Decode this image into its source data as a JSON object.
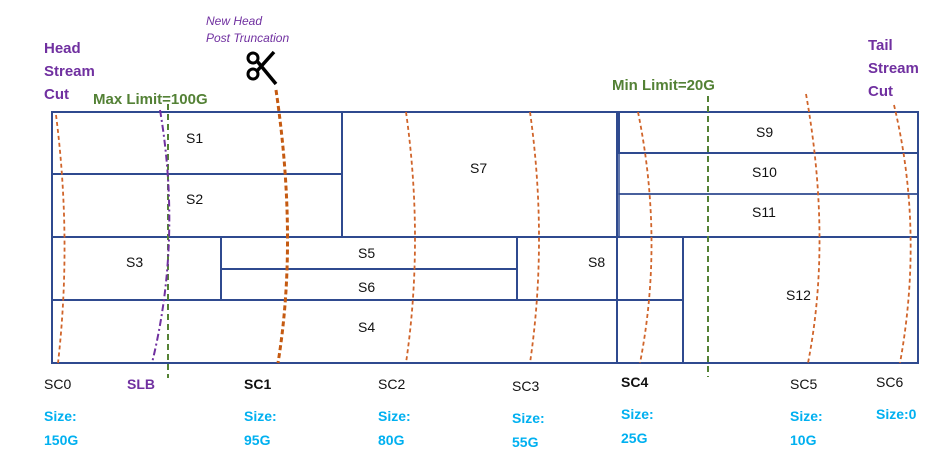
{
  "labels": {
    "head_stream_cut": [
      "Head",
      "Stream",
      "Cut"
    ],
    "tail_stream_cut": [
      "Tail",
      "Stream",
      "Cut"
    ],
    "new_head": [
      "New Head",
      "Post Truncation"
    ],
    "max_limit": "Max Limit=100G",
    "min_limit": "Min Limit=20G"
  },
  "segments": {
    "s1": "S1",
    "s2": "S2",
    "s3": "S3",
    "s4": "S4",
    "s5": "S5",
    "s6": "S6",
    "s7": "S7",
    "s8": "S8",
    "s9": "S9",
    "s10": "S10",
    "s11": "S11",
    "s12": "S12"
  },
  "stream_cuts": [
    {
      "name": "SC0",
      "size_label": "Size:",
      "size": "150G"
    },
    {
      "name": "SLB"
    },
    {
      "name": "SC1",
      "size_label": "Size:",
      "size": "95G"
    },
    {
      "name": "SC2",
      "size_label": "Size:",
      "size": "80G"
    },
    {
      "name": "SC3",
      "size_label": "Size:",
      "size": "55G"
    },
    {
      "name": "SC4",
      "size_label": "Size:",
      "size": "25G"
    },
    {
      "name": "SC5",
      "size_label": "Size:",
      "size": "10G"
    },
    {
      "name": "SC6",
      "size_label": "Size:0"
    }
  ],
  "colors": {
    "purple": "#7030A0",
    "green": "#548235",
    "orange": "#D0642A",
    "cyan": "#00B0F0",
    "box": "#2F4A8F"
  },
  "icons": {
    "scissors": "scissors-icon"
  }
}
